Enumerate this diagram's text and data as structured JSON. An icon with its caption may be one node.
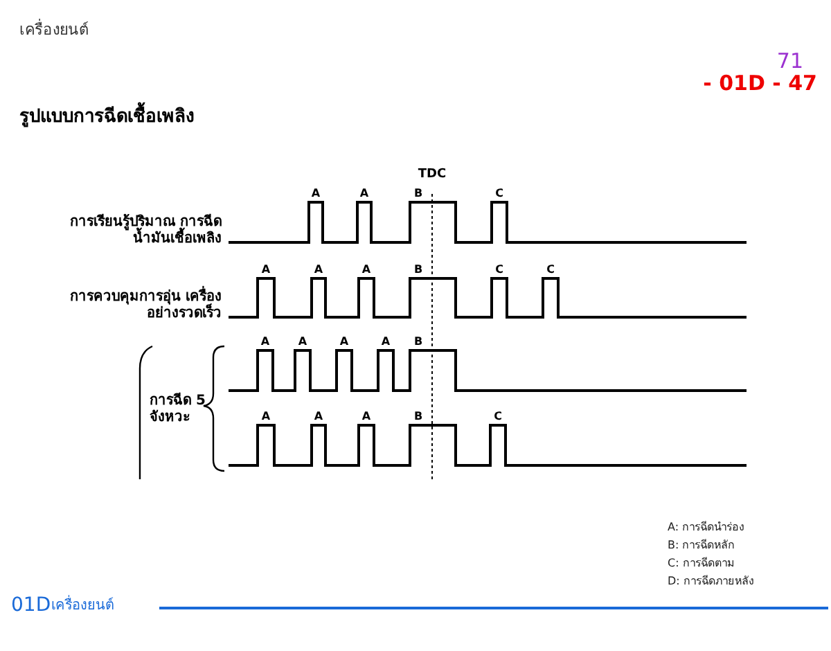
{
  "diagram": {
    "title": "รูปแบบการฉีดเชื้อเพลิง",
    "labels": [
      "เครื่องยนต์",
      "71",
      "- 01D - 47",
      "TDC",
      "A",
      "A",
      "B",
      "C",
      "การเรียนรู้ปริมาณ การฉีดน้ำมันเชื้อเพลิง",
      "A",
      "A",
      "A",
      "B",
      "C",
      "C",
      "การควบคุมการอุ่น เครื่องอย่างรวดเร็ว",
      "A",
      "A",
      "A",
      "A",
      "B",
      "การฉีด 5 จังหวะ",
      "A",
      "A",
      "A",
      "B",
      "C",
      "A: การฉีดนำร่อง",
      "B: การฉีดหลัก",
      "C: การฉีดตาม",
      "D: การฉีดภายหลัง",
      "01D",
      "เครื่องยนต์"
    ]
  }
}
